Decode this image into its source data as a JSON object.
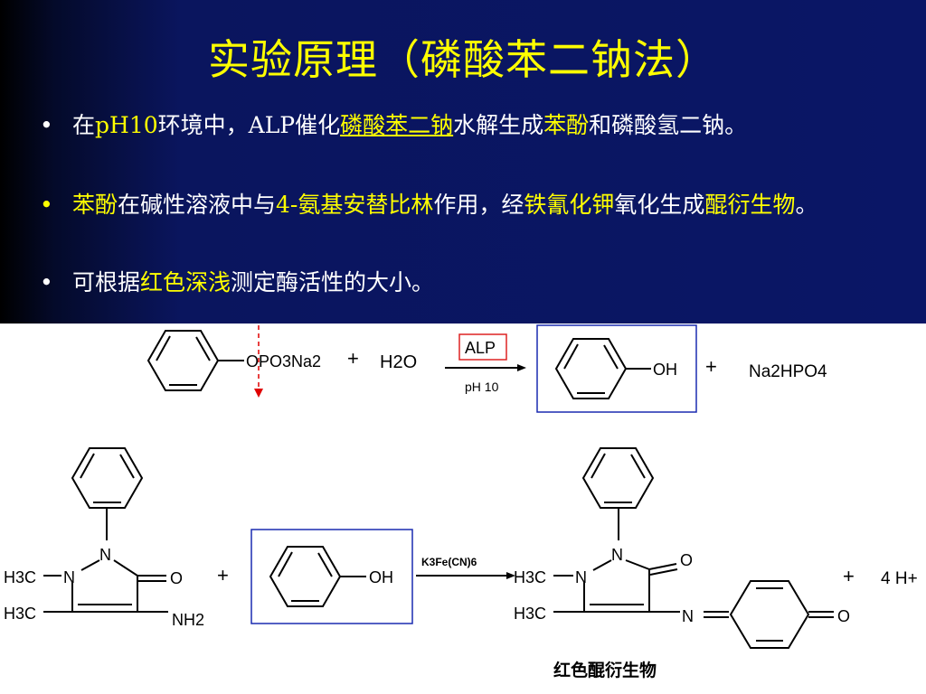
{
  "title": "实验原理（磷酸苯二钠法）",
  "bullets": [
    {
      "dot": "•",
      "dot_color": "#ffffff",
      "parts": [
        {
          "t": "在",
          "c": "w"
        },
        {
          "t": "pH10",
          "c": "y"
        },
        {
          "t": "环境中，ALP催化",
          "c": "w"
        },
        {
          "t": "磷酸苯二钠",
          "c": "y",
          "u": true
        },
        {
          "t": "水解生成",
          "c": "w"
        },
        {
          "t": "苯酚",
          "c": "y"
        },
        {
          "t": "和磷酸氢二钠。",
          "c": "w"
        }
      ]
    },
    {
      "dot": "•",
      "dot_color": "#ffff00",
      "parts": [
        {
          "t": "苯酚",
          "c": "y"
        },
        {
          "t": "在碱性溶液中与",
          "c": "w"
        },
        {
          "t": "4-氨基安替比林",
          "c": "y"
        },
        {
          "t": "作用，经",
          "c": "w"
        },
        {
          "t": "铁氰化钾",
          "c": "y"
        },
        {
          "t": "氧化生成",
          "c": "w"
        },
        {
          "t": "醌衍生物",
          "c": "y"
        },
        {
          "t": "。",
          "c": "w"
        }
      ]
    },
    {
      "dot": "•",
      "dot_color": "#ffffff",
      "parts": [
        {
          "t": "可根据",
          "c": "w"
        },
        {
          "t": "红色深浅",
          "c": "y"
        },
        {
          "t": "测定酶活性的大小。",
          "c": "w"
        }
      ]
    }
  ],
  "colors": {
    "title": "#ffff00",
    "highlight": "#ffff00",
    "background": "#0a1666",
    "box": "#1a2bb0",
    "cleave": "#e00000"
  },
  "reaction1": {
    "substrate_group": "OPO3Na2",
    "plus1": "+",
    "water": "H2O",
    "enzyme": "ALP",
    "condition": "pH 10",
    "product_group": "OH",
    "plus2": "+",
    "byproduct": "Na2HPO4"
  },
  "reaction2": {
    "me1": "H3C",
    "me2": "H3C",
    "n1": "N",
    "n2": "N",
    "o1": "O",
    "nh2": "NH2",
    "plus1": "+",
    "phenol_oh": "OH",
    "reagent": "K3Fe(CN)6",
    "p_me1": "H3C",
    "p_me2": "H3C",
    "p_n1": "N",
    "p_n2": "N",
    "p_o1": "O",
    "p_n3": "N",
    "p_o2": "O",
    "plus2": "+",
    "protons": "4 H+",
    "product_label": "红色醌衍生物"
  }
}
